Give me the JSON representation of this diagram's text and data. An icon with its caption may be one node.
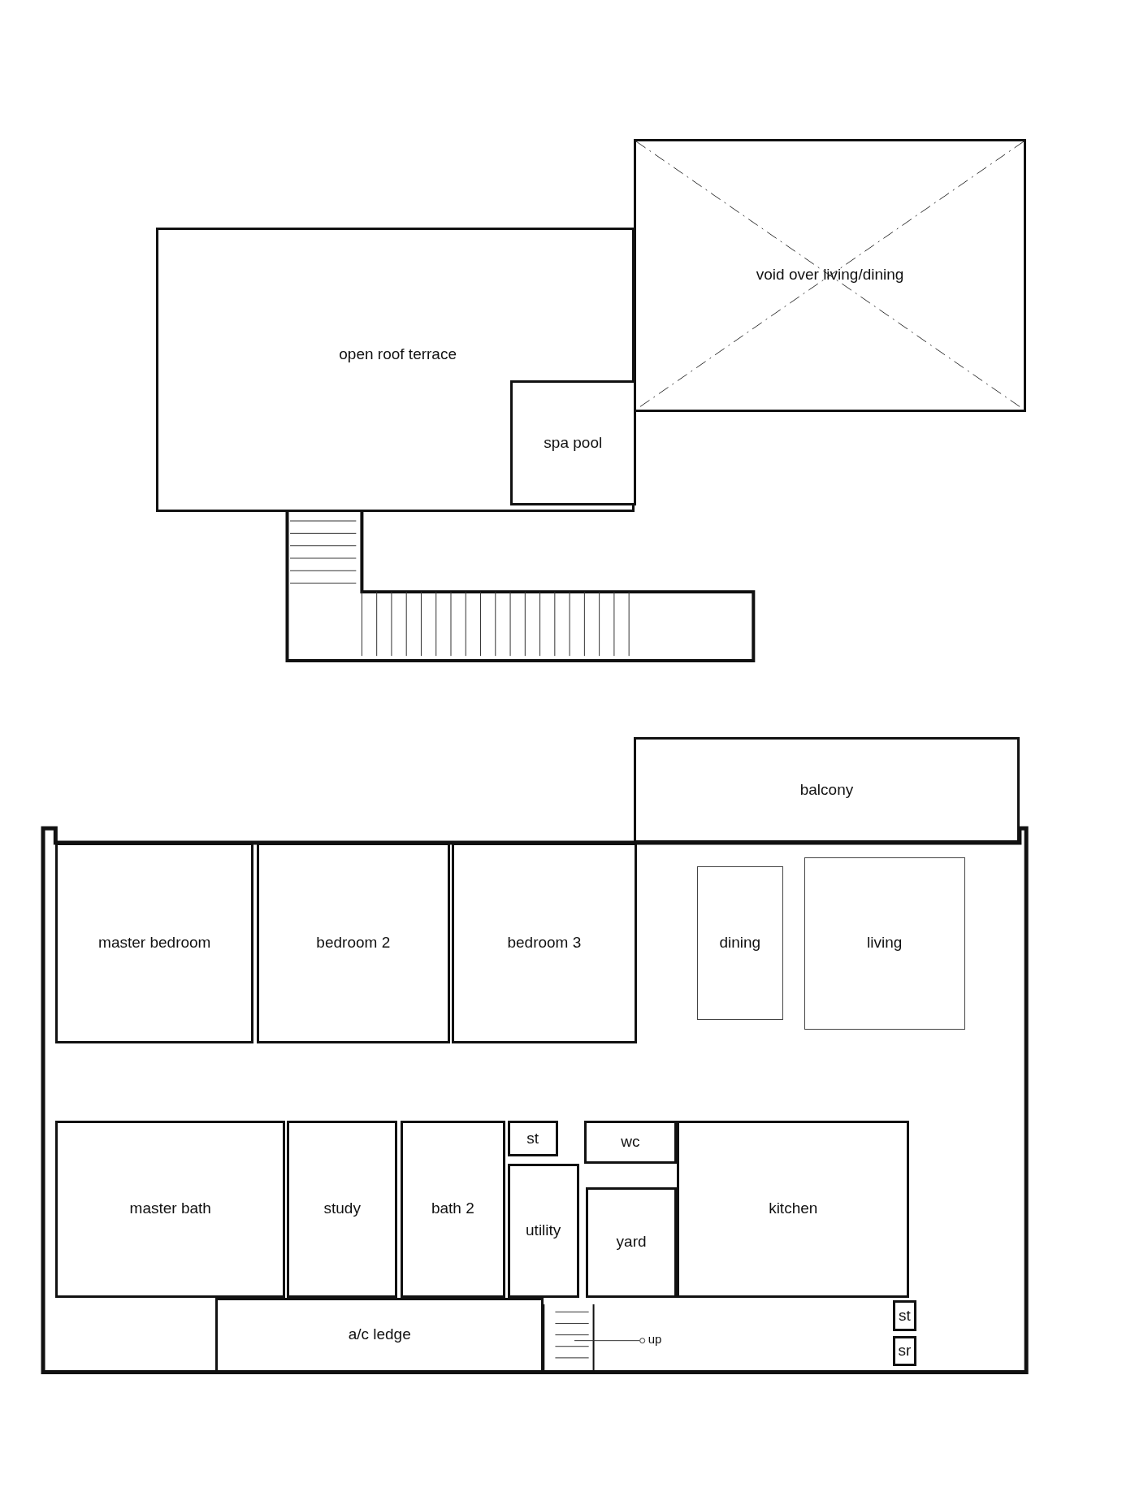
{
  "diagram": {
    "nodes": [
      {
        "text": [
          "void over living/dining"
        ]
      },
      {
        "text": [
          "open roof terrace"
        ]
      },
      {
        "text": [
          "spa pool"
        ],
        "in": 1
      },
      {
        "text": [
          "balcony"
        ]
      },
      {
        "text": [
          "master bedroom"
        ]
      },
      {
        "text": [
          "bedroom 2"
        ]
      },
      {
        "text": [
          "bedroom 3"
        ]
      },
      {
        "text": [
          "dining"
        ]
      },
      {
        "text": [
          "living"
        ]
      },
      {
        "text": [
          "master bath"
        ]
      },
      {
        "text": [
          "study"
        ]
      },
      {
        "text": [
          "bath 2"
        ]
      },
      {
        "text": [
          "st"
        ]
      },
      {
        "text": [
          "wc"
        ]
      },
      {
        "text": [
          "kitchen"
        ]
      },
      {
        "text": [
          "utility"
        ]
      },
      {
        "text": [
          "yard"
        ]
      },
      {
        "text": [
          "a/c ledge"
        ]
      },
      {
        "text": [
          "st"
        ]
      },
      {
        "text": [
          "sr"
        ]
      }
    ],
    "labels": [
      "up"
    ]
  }
}
